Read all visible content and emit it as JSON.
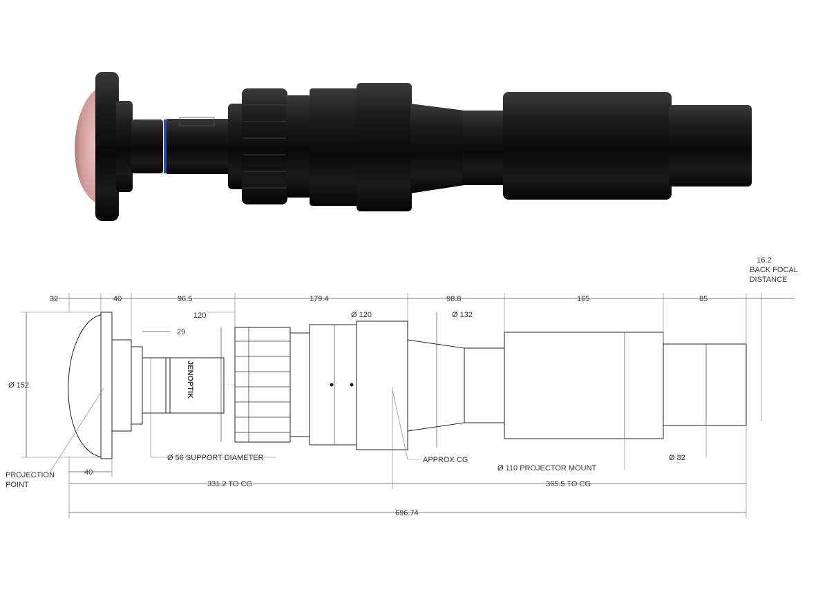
{
  "brand": "JENOPTIK",
  "drawing": {
    "dims_top": [
      "32",
      "40",
      "96.5",
      "179.4",
      "98.8",
      "165",
      "85"
    ],
    "back_focal": [
      "16.2",
      "BACK FOCAL",
      "DISTANCE"
    ],
    "d120_left": "120",
    "d29": "29",
    "dia_152": "Ø 152",
    "dia_120": "Ø 120",
    "dia_132": "Ø 132",
    "dia_82": "Ø 82",
    "support": "Ø 56 SUPPORT DIAMETER",
    "approx_cg": "APPROX CG",
    "projector_mount": "Ø 110 PROJECTOR MOUNT",
    "projection_point": [
      "PROJECTION",
      "POINT"
    ],
    "d40_bottom": "40",
    "to_cg_left": "331.2 TO CG",
    "to_cg_right": "365.5 TO CG",
    "overall": "696.74"
  },
  "colors": {
    "lens_body": "#141414",
    "dome": "#c98a8a",
    "ring": "#2c4fa8"
  }
}
